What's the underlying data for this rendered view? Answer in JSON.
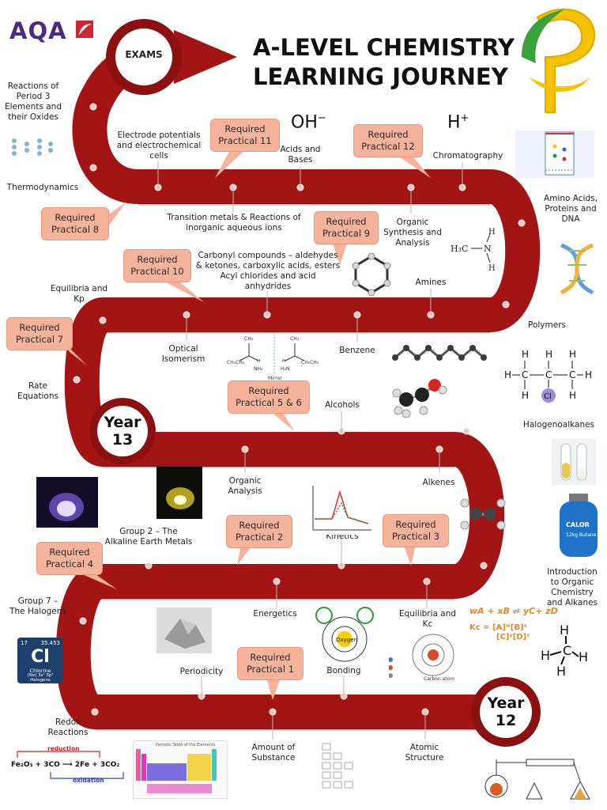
{
  "logo": {
    "text": "AQA"
  },
  "title": "A-LEVEL CHEMISTRY\nLEARNING JOURNEY",
  "exams": "EXAMS",
  "years": {
    "year13": "Year\n13",
    "year12": "Year\n12"
  },
  "ions": {
    "hydroxide": "OH",
    "hydroxide_sup": "−",
    "hydrogen": "H",
    "hydrogen_sup": "+"
  },
  "topics": {
    "period3": "Reactions of\nPeriod 3\nElements and\ntheir Oxides",
    "thermodynamics": "Thermodynamics",
    "electrode": "Electrode potentials\nand electrochemical\ncells",
    "acids_bases": "Acids and\nBases",
    "chromatography": "Chromatography",
    "transition": "Transition metals & Reactions of\ninorganic aqueous ions",
    "organic_synthesis": "Organic\nSynthesis and\nAnalysis",
    "amino_acids": "Amino Acids,\nProteins and\nDNA",
    "carbonyl": "Carbonyl compounds – aldehydes\n& ketones, carboxylic acids, esters\nAcyl chlorides and acid\nanhydrides",
    "amines": "Amines",
    "equilibria_kp": "Equilibria and\nKp",
    "polymers": "Polymers",
    "optical": "Optical\nIsomerism",
    "benzene": "Benzene",
    "rate_equations": "Rate\nEquations",
    "alcohols": "Alcohols",
    "halogenoalkanes": "Halogenoalkanes",
    "organic_analysis": "Organic\nAnalysis",
    "alkenes": "Alkenes",
    "group2": "Group 2 – The\nAlkaline Earth Metals",
    "kinetics": "Kinetics",
    "intro_organic": "Introduction\nto Organic\nChemistry\nand Alkanes",
    "group7": "Group 7 –\nThe Halogens",
    "energetics": "Energetics",
    "equilibria_kc": "Equilibria and\nKc",
    "periodicity": "Periodicity",
    "bonding": "Bonding",
    "redox": "Redox\nReactions",
    "amount": "Amount of\nSubstance",
    "atomic": "Atomic\nStructure"
  },
  "practicals": {
    "rp1": "Required\nPractical 1",
    "rp2": "Required\nPractical 2",
    "rp3": "Required\nPractical 3",
    "rp4": "Required\nPractical 4",
    "rp56": "Required\nPractical 5 & 6",
    "rp7": "Required\nPractical 7",
    "rp8": "Required\nPractical 8",
    "rp9": "Required\nPractical 9",
    "rp10": "Required\nPractical 10",
    "rp11": "Required\nPractical 11",
    "rp12": "Required\nPractical 12"
  },
  "equations": {
    "equilibrium": "wA + xB ⇌ yC+ zD",
    "kc_numerator": "Kc = [A]ʷ[B]ˣ",
    "kc_denominator": "[C]ʸ[D]ᶻ"
  },
  "chlorine_tile": {
    "number": "17",
    "mass": "35.453",
    "symbol": "Cl",
    "name": "Chlorine",
    "config": "[Ne] 3s² 3p⁵",
    "group": "Halogens"
  },
  "redox_diagram": {
    "reduction": "reduction",
    "oxidation": "oxidation",
    "equation": "Fe₂O₃  +  3CO  ⟶  2Fe  +  3CO₂"
  },
  "images": {
    "periodic_table_caption": "Periodic Table of the Elements",
    "mirror": "Mirror",
    "carbon_atom": "Carbon atom",
    "oxygen": "Oxygen",
    "calor_gas": "CALOR Gas 12kg Butane"
  },
  "colors": {
    "road": "#a01414",
    "road_dark": "#7f0d0d",
    "practical_fill": "#f6b39c",
    "aqa_purple": "#4b2a86",
    "aqa_red": "#d3252f"
  }
}
